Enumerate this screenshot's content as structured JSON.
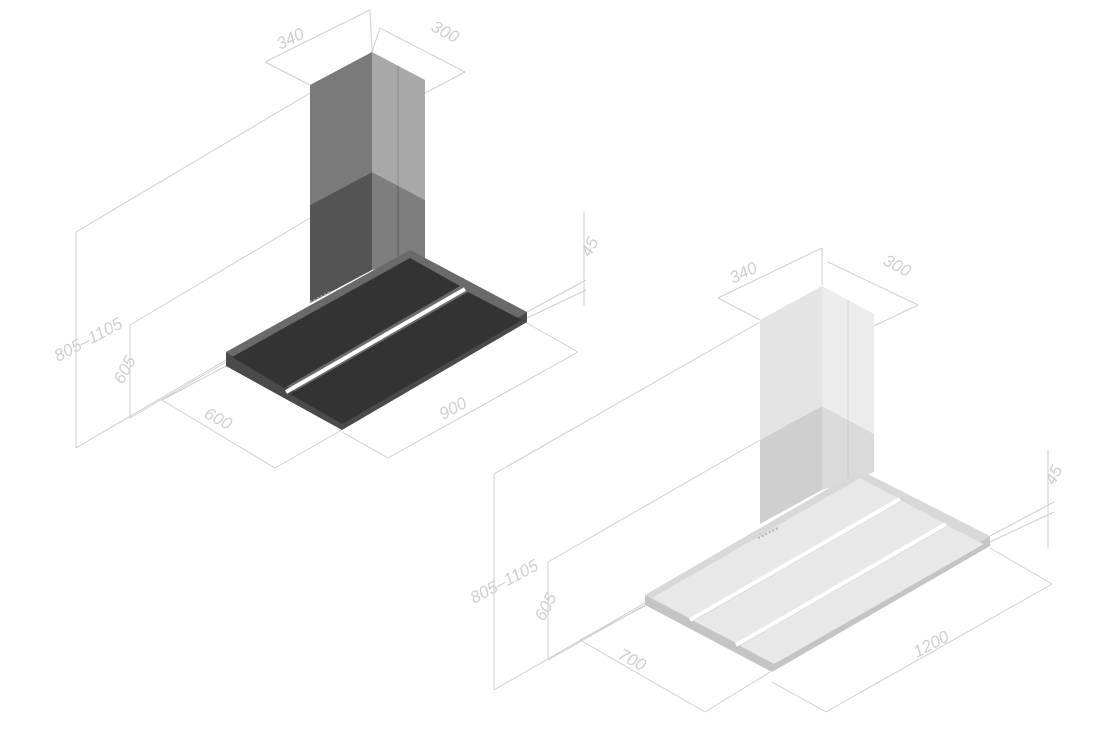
{
  "hoods": [
    {
      "finish": "black",
      "colors": {
        "chimney_front": "#7a7a7a",
        "chimney_front_lower": "#545454",
        "chimney_side": "#a8a8a8",
        "chimney_side_lower": "#7e7e7e",
        "panel": "#333333",
        "frame": "#6a6a6a",
        "frame_edge": "#4a4a4a",
        "slot": "#ffffff"
      },
      "dims": {
        "chimney_width": "340",
        "chimney_depth": "300",
        "total_height": "805–1105",
        "base_height": "605",
        "depth": "600",
        "width": "900",
        "canopy_height": "45"
      }
    },
    {
      "finish": "white",
      "colors": {
        "chimney_front": "#e4e4e4",
        "chimney_front_lower": "#cfcfcf",
        "chimney_side": "#ececec",
        "chimney_side_lower": "#dadada",
        "panel": "#e8e8e8",
        "frame": "#d8d8d8",
        "frame_edge": "#c4c4c4",
        "slot": "#ffffff"
      },
      "dims": {
        "chimney_width": "340",
        "chimney_depth": "300",
        "total_height": "805–1105",
        "base_height": "605",
        "depth": "700",
        "width": "1200",
        "canopy_height": "45"
      }
    }
  ]
}
